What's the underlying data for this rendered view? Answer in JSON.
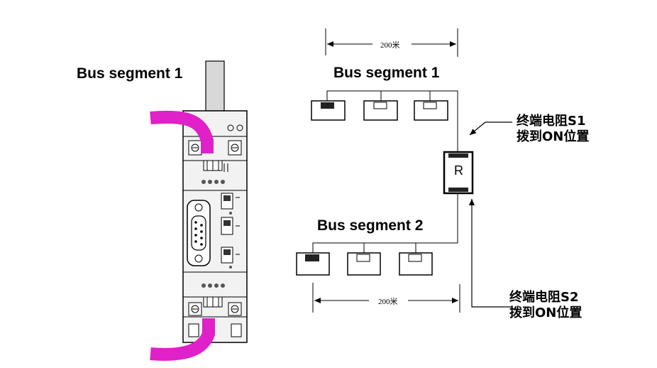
{
  "left_panel": {
    "label": "Bus segment 1"
  },
  "right_panel": {
    "dimension_top": "200米",
    "dimension_bottom": "200米",
    "segment1_label": "Bus segment 1",
    "segment2_label": "Bus segment 2",
    "terminator_label": "R",
    "note_s1_line1": "终端电阻S1",
    "note_s1_line2": "拨到ON位置",
    "note_s2_line1": "终端电阻S2",
    "note_s2_line2": "拨到ON位置"
  },
  "colors": {
    "cable": "#e020c8",
    "line": "#000000",
    "module_body": "#f2f2f2",
    "top_post": "#d8d8d8"
  }
}
